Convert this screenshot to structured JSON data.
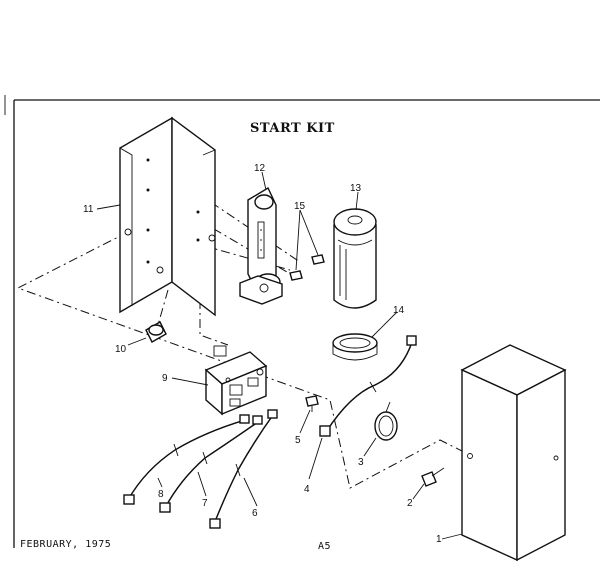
{
  "title": "START KIT",
  "footer": {
    "date": "FEBRUARY, 1975",
    "page": "A5"
  },
  "parts": [
    {
      "id": "1",
      "label": "1"
    },
    {
      "id": "2",
      "label": "2"
    },
    {
      "id": "3",
      "label": "3"
    },
    {
      "id": "4",
      "label": "4"
    },
    {
      "id": "5",
      "label": "5"
    },
    {
      "id": "6",
      "label": "6"
    },
    {
      "id": "7",
      "label": "7"
    },
    {
      "id": "8",
      "label": "8"
    },
    {
      "id": "9",
      "label": "9"
    },
    {
      "id": "10",
      "label": "10"
    },
    {
      "id": "11",
      "label": "11"
    },
    {
      "id": "12",
      "label": "12"
    },
    {
      "id": "13",
      "label": "13"
    },
    {
      "id": "14",
      "label": "14"
    },
    {
      "id": "15",
      "label": "15"
    }
  ]
}
